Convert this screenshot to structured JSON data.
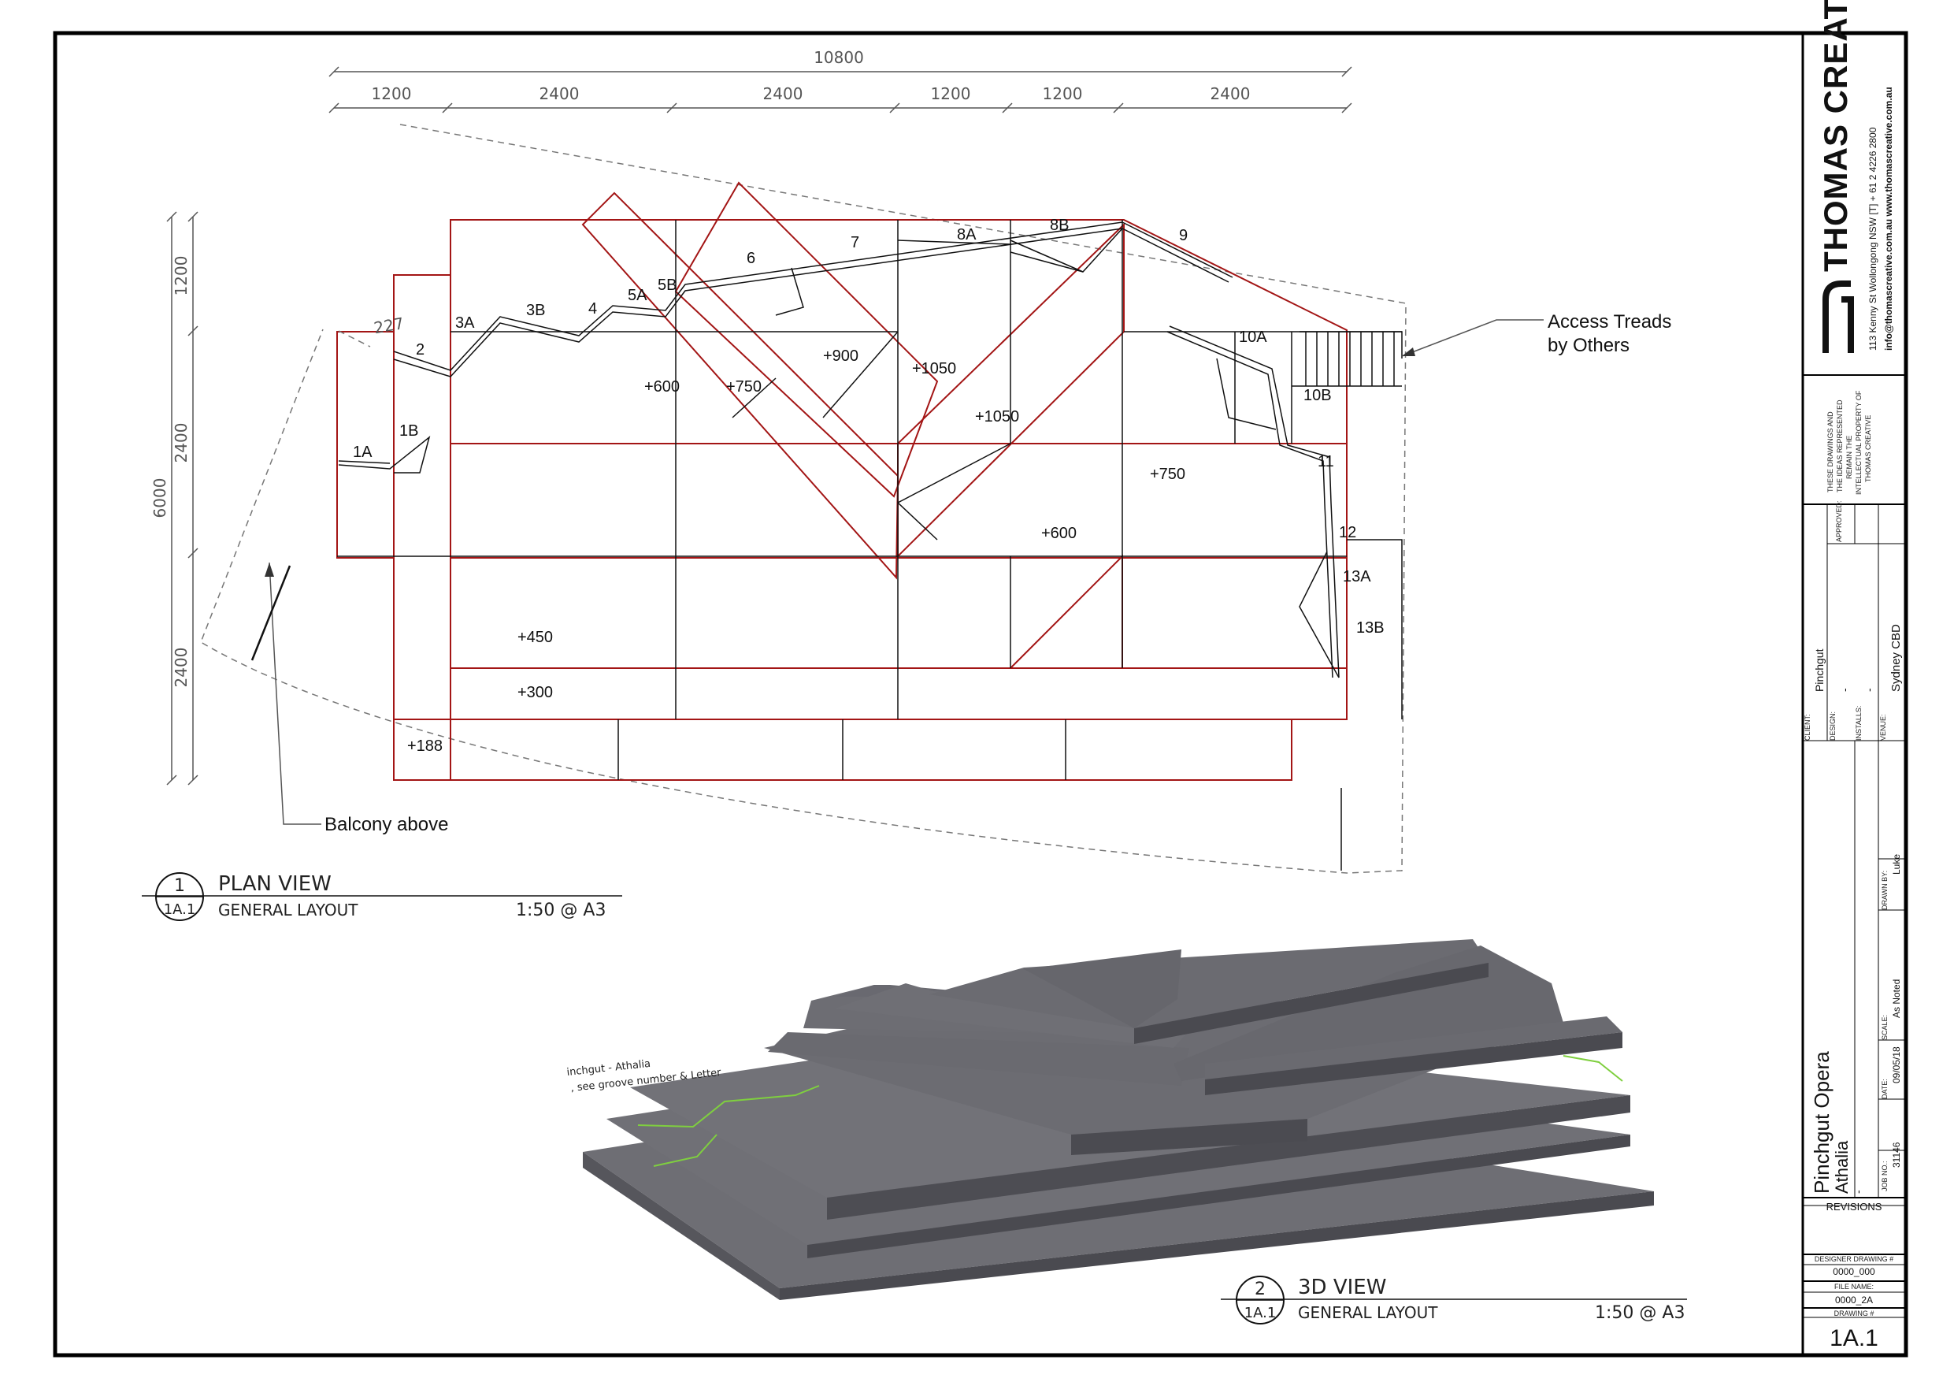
{
  "dimensions": {
    "top_total": "10800",
    "top_segments": [
      "1200",
      "2400",
      "2400",
      "1200",
      "1200",
      "2400"
    ],
    "left_total": "6000",
    "left_segments": [
      "1200",
      "2400",
      "2400"
    ],
    "offset_note": "227"
  },
  "tread_labels": [
    "1A",
    "1B",
    "2",
    "3A",
    "3B",
    "4",
    "5A",
    "5B",
    "6",
    "7",
    "8A",
    "8B",
    "9",
    "10A",
    "10B",
    "11",
    "12",
    "13A",
    "13B"
  ],
  "level_labels": [
    "+900",
    "+600",
    "+750",
    "+1050",
    "+1050",
    "+750",
    "+600",
    "+450",
    "+300",
    "+188"
  ],
  "callouts": {
    "access_treads_line1": "Access Treads",
    "access_treads_line2": "by Others",
    "balcony": "Balcony above"
  },
  "plan_view": {
    "number": "1",
    "sheet_ref": "1A.1",
    "title": "PLAN  VIEW",
    "subtitle": "GENERAL  LAYOUT",
    "scale": "1:50  @  A3"
  },
  "view_3d": {
    "number": "2",
    "sheet_ref": "1A.1",
    "title": "3D  VIEW",
    "subtitle": "GENERAL  LAYOUT",
    "scale": "1:50  @  A3"
  },
  "title_block": {
    "company": "THOMAS CREATIVE",
    "address": "113 Kenny St Wollongong NSW  [T] + 61 2 4226 2800",
    "contact": "info@thomascreative.com.au   www.thomascreative.com.au",
    "ip_notice": [
      "THESE DRAWINGS AND",
      "THE IDEAS REPRESENTED",
      "REMAIN THE",
      "INTELLECTUAL PROPERTY OF",
      "THOMAS CREATIVE"
    ],
    "approved_label": "APPROVED:",
    "client_label": "CLIENT:",
    "client": "Pinchgut",
    "design_label": "DESIGN:",
    "design": "-",
    "installs_label": "INSTALLS:",
    "installs": "-",
    "venue_label": "VENUE:",
    "venue": "Sydney CBD",
    "project": "Pinchgut Opera",
    "production": "Athalia",
    "production_sub": "-",
    "drawn_by_label": "DRAWN BY:",
    "drawn_by": "Luke",
    "scale_label": "SCALE:",
    "scale": "As Noted",
    "date_label": "DATE:",
    "date": "09/05/18",
    "job_no_label": "JOB NO.:",
    "job_no": "31146",
    "revisions_label": "REVISIONS",
    "designer_drawing_label": "DESIGNER DRAWING #",
    "designer_drawing": "0000_000",
    "file_name_label": "FILE NAME:",
    "file_name": "0000_2A",
    "drawing_no_label": "DRAWING #",
    "drawing_no": "1A.1"
  },
  "colors": {
    "border": "#000000",
    "platform_outline": "#a31515",
    "linework": "#111111",
    "slab_fill": "#6e6e74",
    "slab_side": "#4f4f55",
    "tread_green": "#7fcf3f"
  }
}
